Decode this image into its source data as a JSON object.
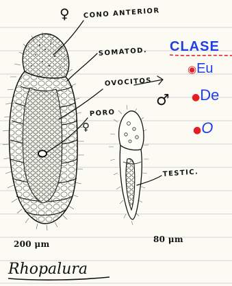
{
  "labels": {
    "cono_anterior": "CONO ANTERIOR",
    "somatod": "SOMATOD.",
    "ovocitos": "OVOCITOS",
    "poro": "PORO",
    "testic": "TESTIC."
  },
  "scale_bars": {
    "female": "200 μm",
    "male": "80 μm"
  },
  "genus_name": "Rhopalura",
  "sex_symbols": {
    "female": "♀",
    "female_poro": "♀",
    "male": "♂"
  },
  "class_notes": {
    "heading": "CLASE",
    "item_1": "Eu",
    "item_2": "De",
    "item_3": "O"
  },
  "colors": {
    "ink": "#121212",
    "blue_ink": "#1f3fe6",
    "red_ink": "#e41e26",
    "paper": "#fbfbf4",
    "ruling": "#cfd2d6"
  }
}
